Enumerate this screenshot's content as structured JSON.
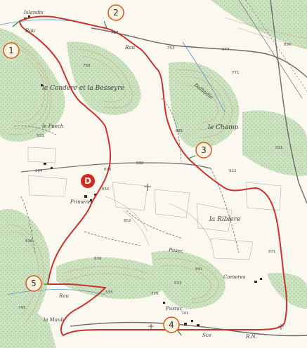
{
  "place_labels": [
    {
      "id": "islandis",
      "text": "Islandis"
    },
    {
      "id": "rau-nw",
      "text": "Rau"
    },
    {
      "id": "condere",
      "text": "le Condere et la Besseyre"
    },
    {
      "id": "rau-n",
      "text": "Rau"
    },
    {
      "id": "dalbadie",
      "text": "Dalbadie"
    },
    {
      "id": "champ",
      "text": "le Champ"
    },
    {
      "id": "puech",
      "text": "le Puech"
    },
    {
      "id": "primeres",
      "text": "Primeres"
    },
    {
      "id": "ribiere",
      "text": "la Ribiere"
    },
    {
      "id": "pusec",
      "text": "Pusec"
    },
    {
      "id": "comeres",
      "text": "Comeres"
    },
    {
      "id": "pustac",
      "text": "Pustac"
    },
    {
      "id": "rau-sw",
      "text": "Rau"
    },
    {
      "id": "mauli",
      "text": "la Mauli"
    },
    {
      "id": "sce",
      "text": "Sce"
    },
    {
      "id": "rn",
      "text": "R.N."
    }
  ],
  "elevations": [
    "717",
    "760",
    "753",
    "677",
    "896",
    "771",
    "533",
    "664",
    "876",
    "682",
    "650",
    "681",
    "912",
    "931",
    "652",
    "636",
    "836",
    "841",
    "933",
    "533",
    "775",
    "871",
    "745",
    "741"
  ],
  "waypoints": [
    "1",
    "2",
    "3",
    "4",
    "5"
  ],
  "start": {
    "label": "D"
  },
  "colors": {
    "route": "#c8342d",
    "forest": "#cfe3c4",
    "waypoint_fill": "#fff4e0",
    "waypoint_stroke": "#d45a1e",
    "start_fill": "#d42a1e",
    "road": "#6a6a6a",
    "contour": "#c9a07a"
  }
}
